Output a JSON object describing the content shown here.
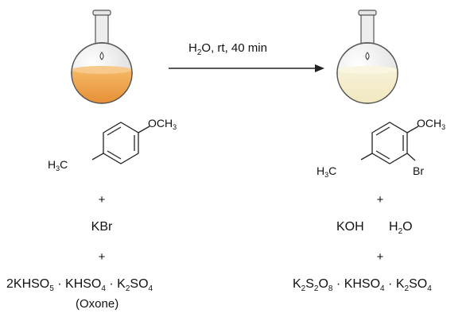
{
  "reaction": {
    "conditions": "H2O, rt, 40 min",
    "conditions_parts": {
      "water": "H",
      "sub2": "2",
      "rest": "O, rt, 40 min"
    }
  },
  "reactants": {
    "substrate": {
      "top_label": "OCH3",
      "left_label": "H3C"
    },
    "plus_1": "+",
    "kbr": "KBr",
    "plus_2": "+",
    "oxone_formula": "2KHSO5 · KHSO4 · K2SO4",
    "oxone_name": "(Oxone)"
  },
  "products": {
    "product": {
      "top_label": "OCH3",
      "left_label": "H3C",
      "right_label": "Br"
    },
    "plus_1": "+",
    "koh": "KOH",
    "water": "H2O",
    "plus_2": "+",
    "salt_formula": "K2S2O8 · KHSO4 · K2SO4"
  },
  "colors": {
    "left_flask_liquid": "#f0a040",
    "right_flask_liquid": "#f3ecc8",
    "glass": "#f2f2f2",
    "lines": "#222222"
  }
}
